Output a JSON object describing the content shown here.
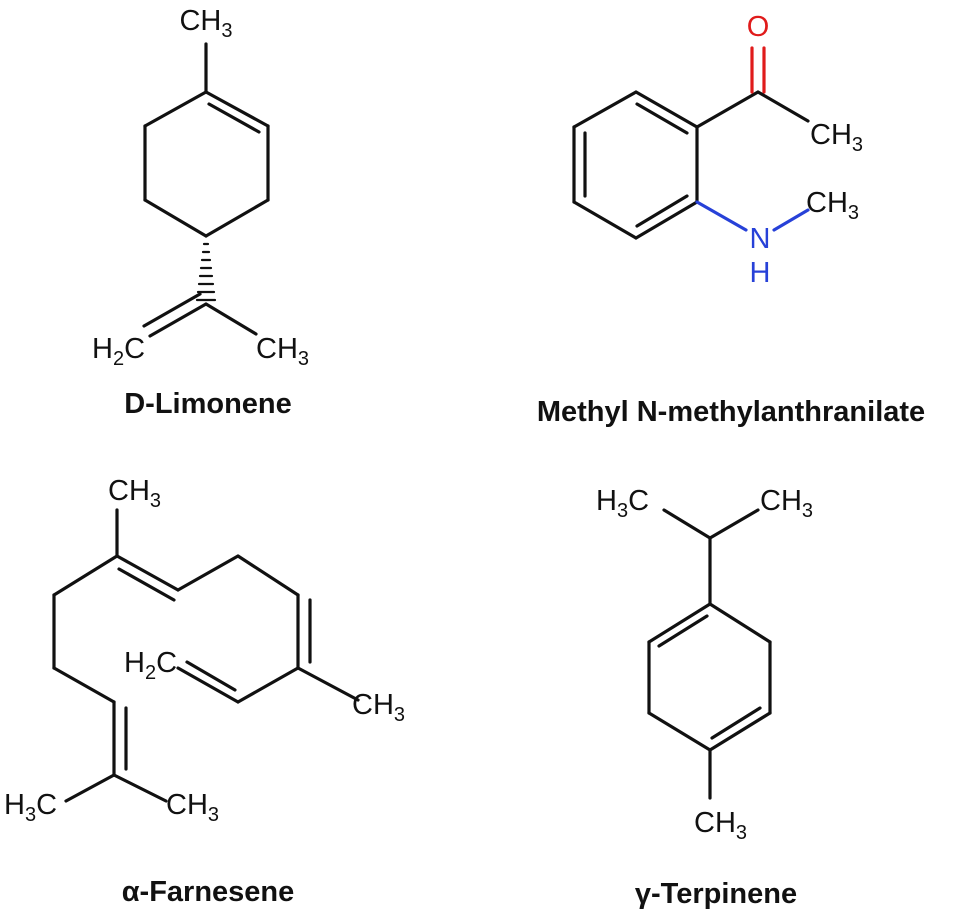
{
  "colors": {
    "bond": "#111111",
    "nitrogen": "#2741d8",
    "oxygen": "#e01b1b"
  },
  "molecules": {
    "limonene": {
      "name": "D-Limonene",
      "methyl_top": "CH3",
      "methylene": "H2C",
      "methyl_side": "CH3"
    },
    "anthranilate": {
      "name": "Methyl N-methylanthranilate",
      "oxygen": "O",
      "acetyl_methyl": "CH3",
      "nitrogen": "N",
      "amine_h": "H",
      "n_methyl": "CH3"
    },
    "farnesene": {
      "name": "α-Farnesene",
      "methyl_top": "CH3",
      "vinyl": "H2C",
      "methyl_right": "CH3",
      "methyl_left": "H3C",
      "methyl_bottom": "CH3"
    },
    "terpinene": {
      "name": "γ-Terpinene",
      "methyl_left": "H3C",
      "methyl_right": "CH3",
      "methyl_bottom": "CH3"
    }
  }
}
